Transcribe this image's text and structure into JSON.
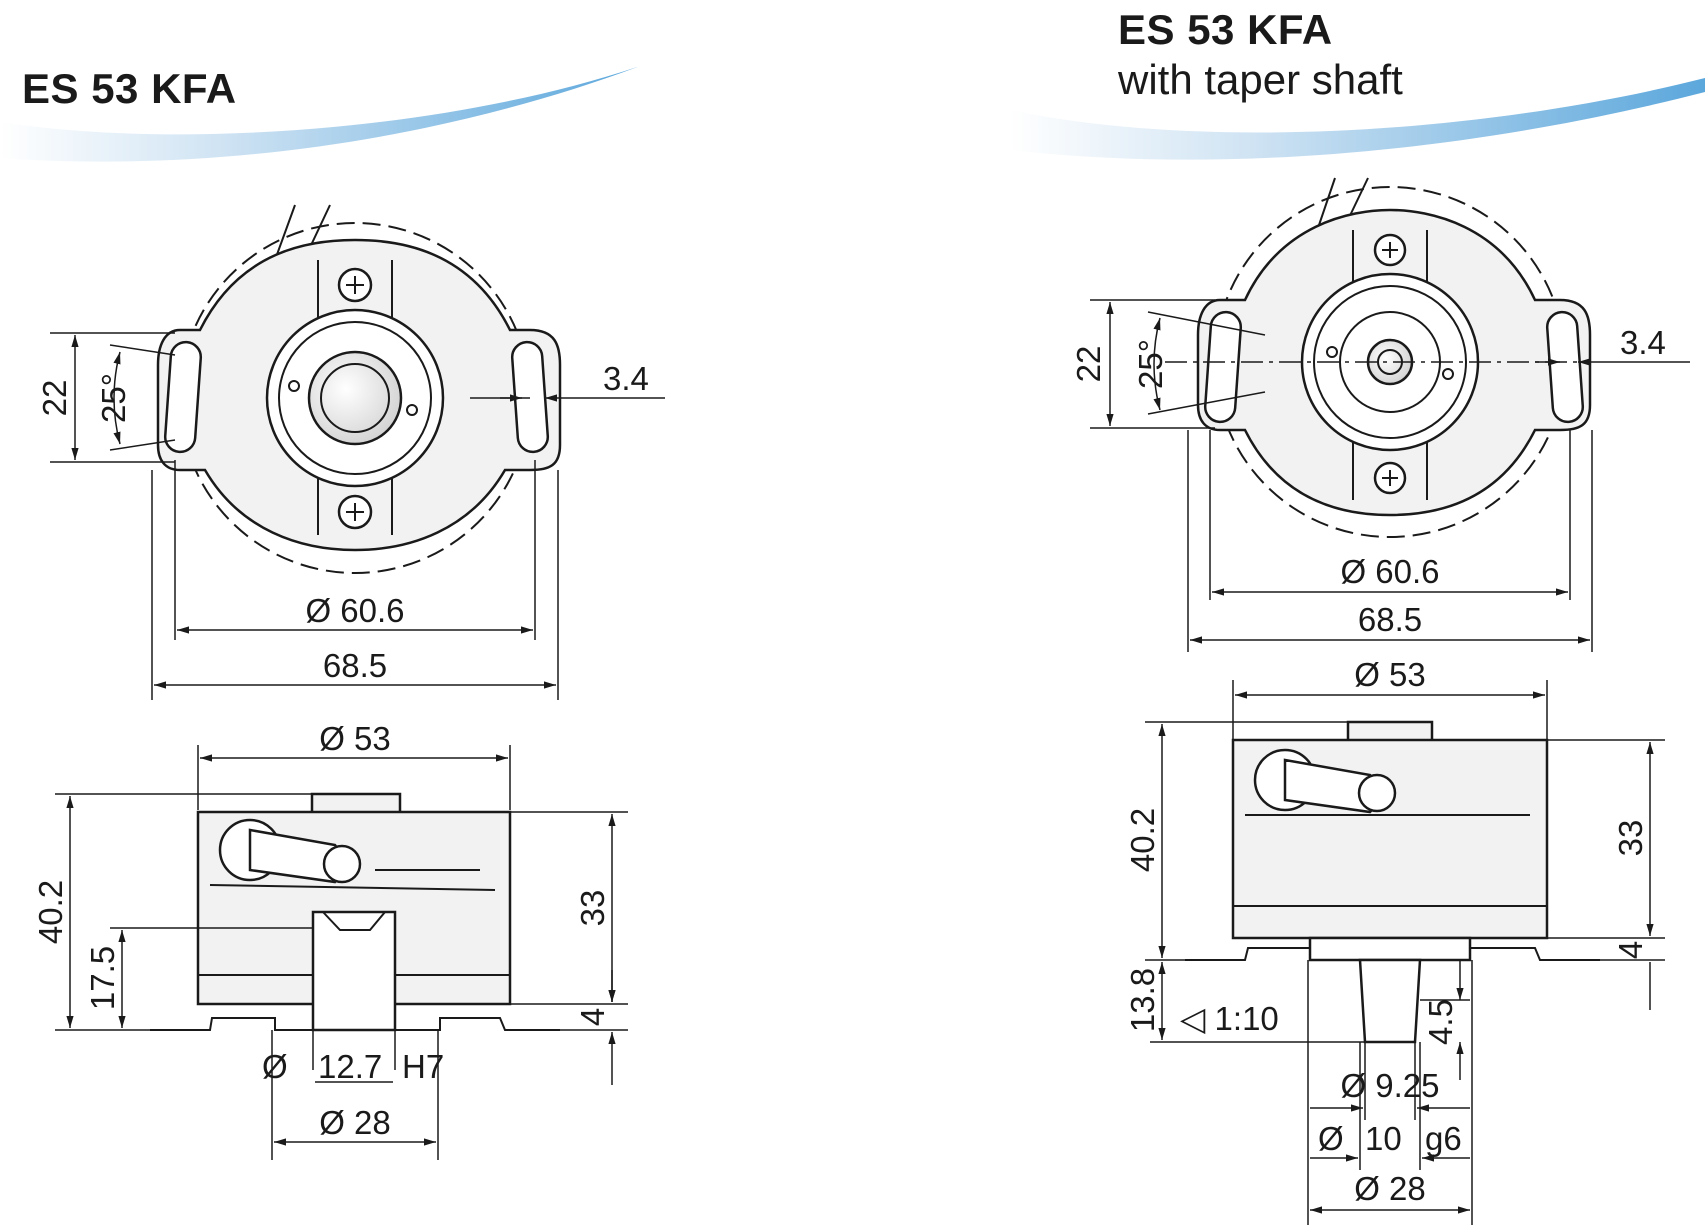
{
  "left": {
    "title": "ES 53 KFA",
    "dims": {
      "d_22": "22",
      "angle_25": "25°",
      "d_3_4": "3.4",
      "dia_60_6": "Ø 60.6",
      "w_68_5": "68.5",
      "dia_53": "Ø 53",
      "h_40_2": "40.2",
      "h_17_5": "17.5",
      "h_33": "33",
      "h_4": "4",
      "bore_sym": "Ø",
      "bore_val": "12.7",
      "bore_tol": "H7",
      "dia_28": "Ø 28"
    }
  },
  "right": {
    "title": "ES 53 KFA",
    "subtitle": "with taper shaft",
    "dims": {
      "d_22": "22",
      "angle_25": "25°",
      "d_3_4": "3.4",
      "dia_60_6": "Ø 60.6",
      "w_68_5": "68.5",
      "dia_53": "Ø 53",
      "h_40_2": "40.2",
      "h_33": "33",
      "h_4": "4",
      "h_13_8": "13.8",
      "taper": "◁ 1:10",
      "h_4_5": "4.5",
      "dia_9_25": "Ø 9.25",
      "dia_10_sym": "Ø",
      "dia_10_val": "10",
      "dia_10_tol": "g6",
      "dia_28": "Ø 28"
    }
  },
  "colors": {
    "accent_blue": "#5ba7dc",
    "line": "#1a1a1a",
    "body_fill": "#f2f2f2"
  }
}
